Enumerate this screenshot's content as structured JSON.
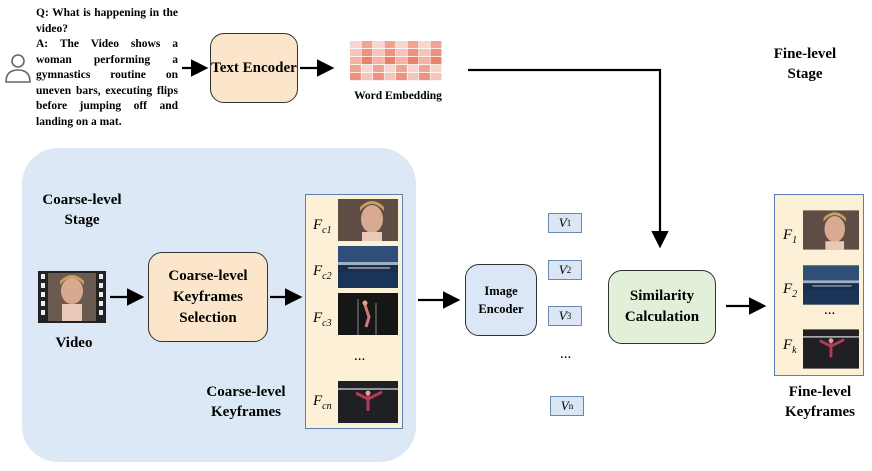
{
  "qa": {
    "question": "Q: What is happening in the video?",
    "answer": "A: The Video shows a woman performing a gymnastics routine on uneven bars, executing flips before jumping off and landing on a mat."
  },
  "text_encoder": "Text Encoder",
  "word_embedding": "Word Embedding",
  "fine_stage": "Fine-level Stage",
  "coarse_stage": "Coarse-level Stage",
  "video_label": "Video",
  "coarse_selection": "Coarse-level Keyframes Selection",
  "coarse_keyframes": "Coarse-level Keyframes",
  "coarse_frames": [
    {
      "base": "F",
      "sub": "c1"
    },
    {
      "base": "F",
      "sub": "c2"
    },
    {
      "base": "F",
      "sub": "c3"
    },
    {
      "base": "F",
      "sub": "cn"
    }
  ],
  "coarse_ellipsis": "...",
  "image_encoder": "Image Encoder",
  "vectors": [
    {
      "base": "V",
      "sub": "1"
    },
    {
      "base": "V",
      "sub": "2"
    },
    {
      "base": "V",
      "sub": "3"
    },
    {
      "base": "V",
      "sub": "n"
    }
  ],
  "vector_ellipsis": "...",
  "similarity": "Similarity Calculation",
  "fine_frames": [
    {
      "base": "F",
      "sub": "1"
    },
    {
      "base": "F",
      "sub": "2"
    },
    {
      "base": "F",
      "sub": "k"
    }
  ],
  "fine_ellipsis": "...",
  "fine_keyframes": "Fine-level Keyframes",
  "colors": {
    "coarse_bg": "#dce8f6",
    "module_tan": "#fbe6cc",
    "module_blue": "#dbe7f6",
    "module_green": "#e2efd9",
    "panel": "#fcf0d6",
    "embedding": "#e8735a"
  }
}
